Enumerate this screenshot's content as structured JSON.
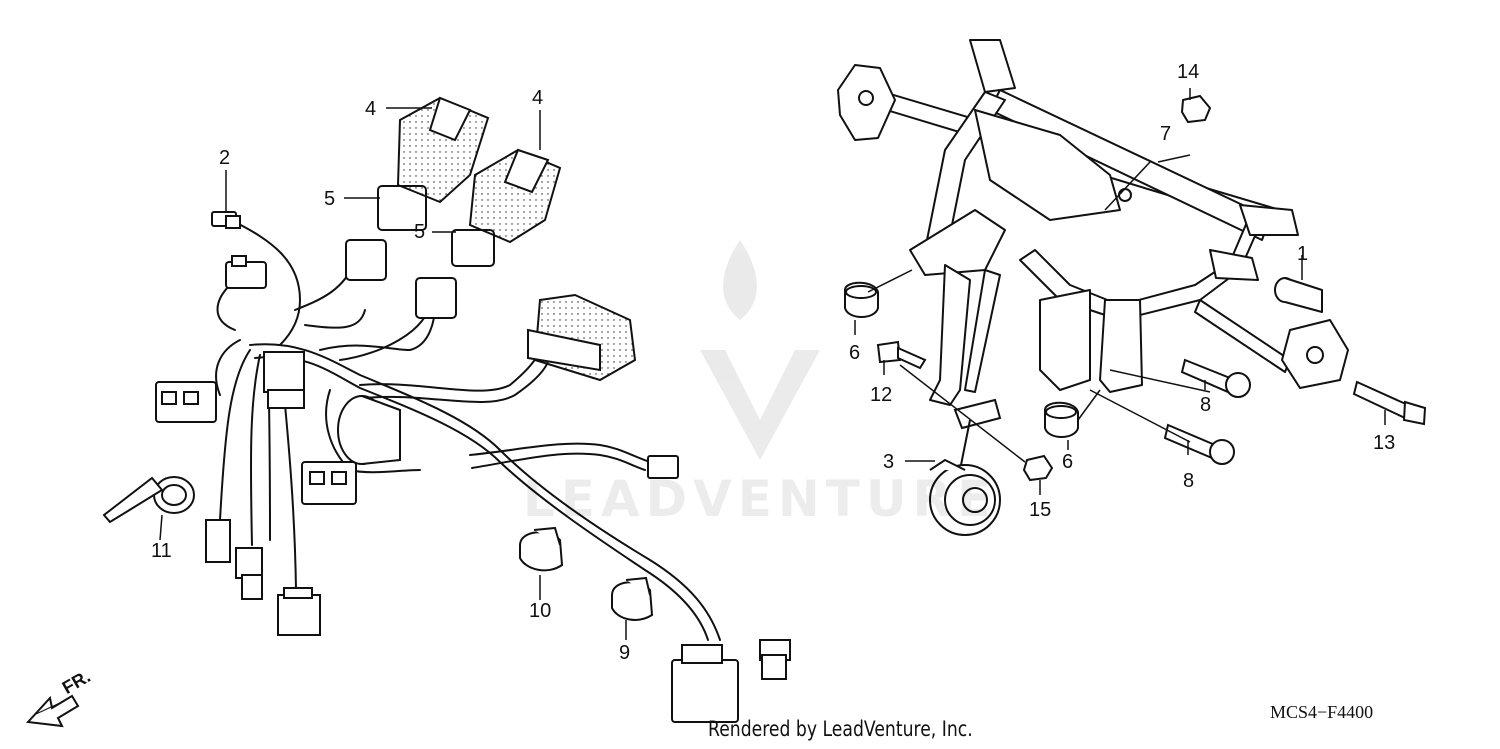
{
  "diagram": {
    "callouts": [
      "1",
      "2",
      "3",
      "4",
      "4",
      "5",
      "5",
      "6",
      "6",
      "7",
      "8",
      "8",
      "9",
      "10",
      "11",
      "12",
      "13",
      "14",
      "15"
    ],
    "direction_label": "FR.",
    "credit": "Rendered by LeadVenture, Inc.",
    "diagram_code": "MCS4−F4400",
    "watermark": "LEADVENTURE"
  },
  "colors": {
    "line": "#111111",
    "watermark": "#cccccc"
  }
}
